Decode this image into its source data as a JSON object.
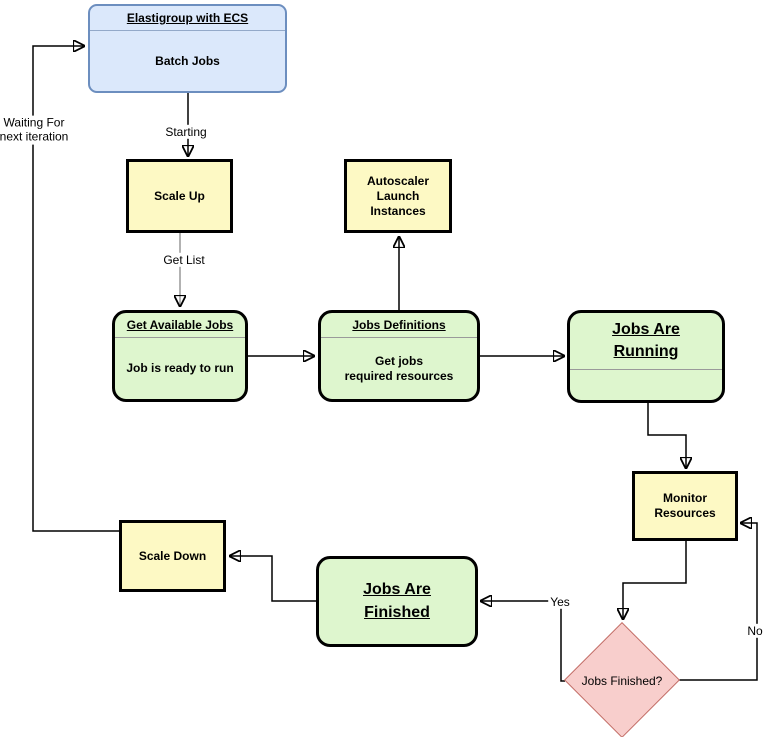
{
  "nodes": {
    "elastigroup": {
      "title": "Elastigroup with ECS",
      "body": "Batch Jobs"
    },
    "scale_up": {
      "label": "Scale Up"
    },
    "autoscaler": {
      "label": "Autoscaler\nLaunch\nInstances"
    },
    "get_available_jobs": {
      "title": "Get Available Jobs",
      "body": "Job is ready to run"
    },
    "jobs_definitions": {
      "title": "Jobs Definitions",
      "body": "Get jobs\nrequired resources"
    },
    "jobs_are_running": {
      "title": "Jobs Are\nRunning"
    },
    "monitor_resources": {
      "label": "Monitor\nResources"
    },
    "jobs_finished_decision": {
      "label": "Jobs Finished?"
    },
    "jobs_are_finished": {
      "title": "Jobs Are\nFinished"
    },
    "scale_down": {
      "label": "Scale Down"
    }
  },
  "edge_labels": {
    "starting": "Starting",
    "get_list": "Get List",
    "yes": "Yes",
    "no": "No",
    "waiting": "Waiting For\nnext iteration"
  },
  "colors": {
    "node_yellow": "#fdf9c4",
    "node_green": "#def6ce",
    "node_blue": "#dbe8fb",
    "node_blue_border": "#6c8ebf",
    "diamond_fill": "#f8cecc",
    "diamond_border": "#c26d66",
    "edge": "#000000",
    "edge_muted": "#999999"
  }
}
